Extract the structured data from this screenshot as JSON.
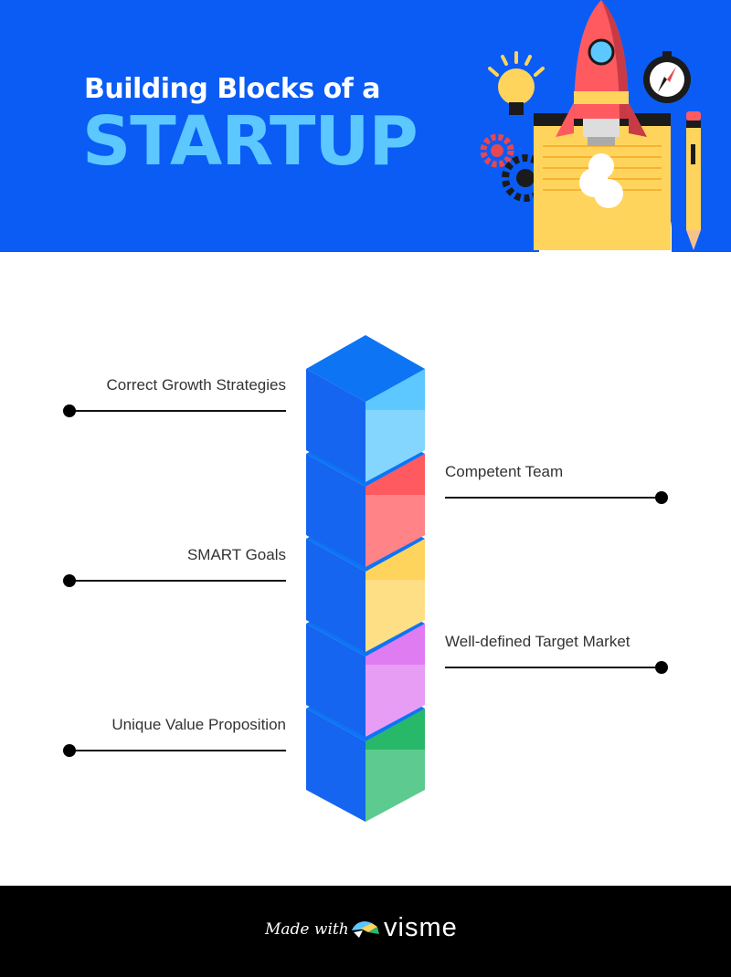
{
  "header": {
    "title_line1": "Building Blocks of a",
    "title_line2": "STARTUP",
    "background": "#0a5cf5",
    "accent": "#5cc8ff"
  },
  "blocks": [
    {
      "label": "Correct Growth Strategies",
      "side": "left",
      "color": "#5cc8ff"
    },
    {
      "label": "Competent Team",
      "side": "right",
      "color": "#ff5a5f"
    },
    {
      "label": "SMART Goals",
      "side": "left",
      "color": "#ffd45c"
    },
    {
      "label": "Well-defined Target Market",
      "side": "right",
      "color": "#e07cf2"
    },
    {
      "label": "Unique Value Proposition",
      "side": "left",
      "color": "#27b86a"
    }
  ],
  "footer": {
    "made_with": "Made with",
    "brand": "visme"
  },
  "icons": [
    "rocket-icon",
    "lightbulb-icon",
    "compass-icon",
    "gear-icon",
    "notepad-icon",
    "pencil-icon",
    "cloud-icon"
  ]
}
